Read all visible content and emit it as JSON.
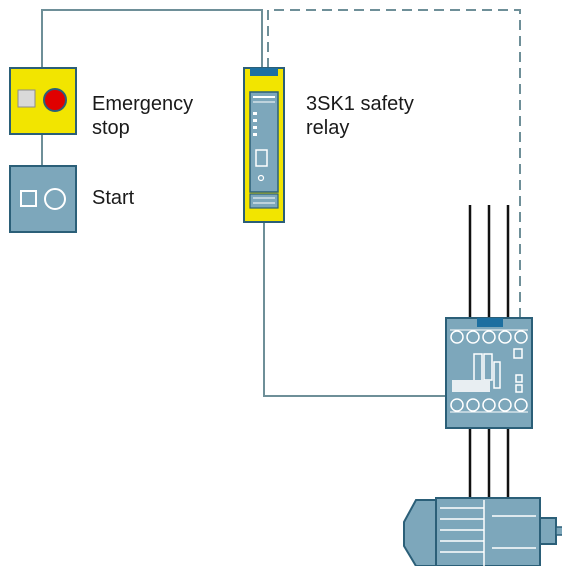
{
  "labels": {
    "emergency_stop_line1": "Emergency",
    "emergency_stop_line2": "stop",
    "start": "Start",
    "relay_line1": "3SK1 safety",
    "relay_line2": "relay"
  },
  "colors": {
    "wire": "#6e8f98",
    "device_blue": "#7da7bb",
    "device_stroke": "#2b5f78",
    "safety_yellow": "#f2e500",
    "stop_red": "#e00000",
    "dark_bar": "#1d6fa0",
    "power_line": "#111111"
  },
  "icons": [
    "emergency-stop-button-icon",
    "start-button-icon",
    "safety-relay-icon",
    "contactor-icon",
    "motor-icon"
  ]
}
